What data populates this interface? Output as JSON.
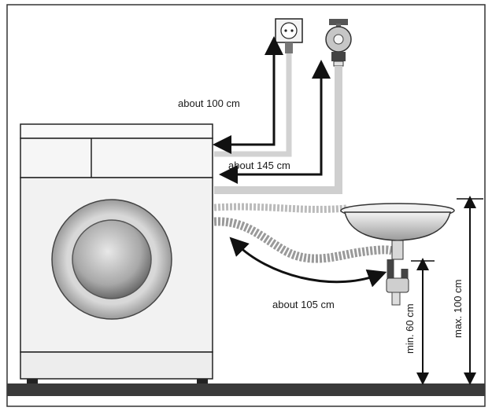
{
  "labels": {
    "power_cable": "about  100 cm",
    "inlet_hose": "about  145 cm",
    "drain_hose": "about  105 cm",
    "min_height": "min. 60 cm",
    "max_height": "max. 100 cm"
  }
}
